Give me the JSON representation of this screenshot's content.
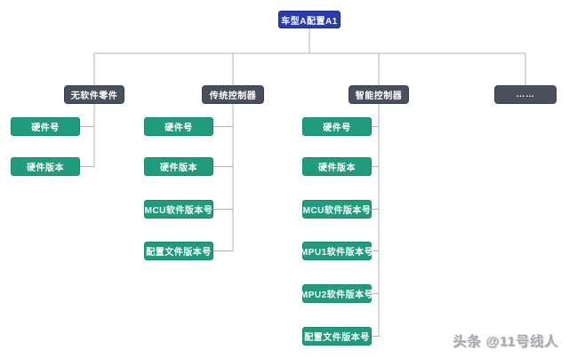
{
  "diagram": {
    "title_node": {
      "label": "车型A配置A1"
    },
    "branches": [
      {
        "label": "无软件零件",
        "children": [
          "硬件号",
          "硬件版本"
        ]
      },
      {
        "label": "传统控制器",
        "children": [
          "硬件号",
          "硬件版本",
          "MCU软件版本号",
          "配置文件版本号"
        ]
      },
      {
        "label": "智能控制器",
        "children": [
          "硬件号",
          "硬件版本",
          "MCU软件版本号",
          "MPU1软件版本号",
          "MPU2软件版本号",
          "配置文件版本号"
        ]
      },
      {
        "label": "……",
        "children": []
      }
    ],
    "colors": {
      "root_node": "#2a3cb0",
      "branch_node": "#4a4f5c",
      "leaf_node": "#1f9c7d",
      "connector": "#b2b5bb",
      "node_text": "#ffffff"
    }
  },
  "watermark": {
    "text": "头条 @11号线人"
  }
}
